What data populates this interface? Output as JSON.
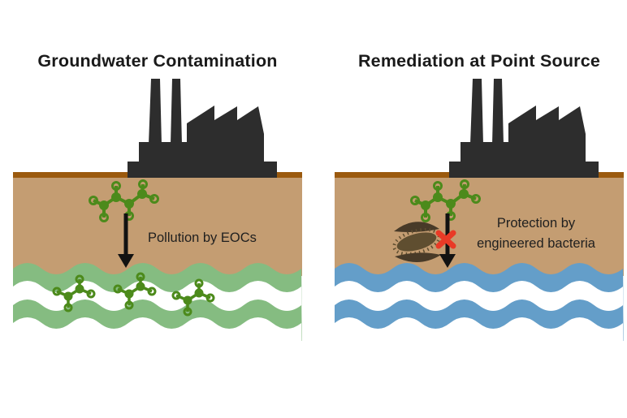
{
  "figure_type": "two-panel scientific diagram",
  "colors": {
    "background": "#ffffff",
    "factory": "#2d2d2d",
    "crust": "#9b5a0e",
    "soil": "#c49d72",
    "molecule": "#4c8a1b",
    "arrow": "#121212",
    "cross": "#e93a26",
    "bacteria_shell": "#483a28",
    "bacteria_body": "#5f4e30",
    "white": "#ffffff"
  },
  "panels": [
    {
      "title": "Groundwater Contamination",
      "annotation": "Pollution by EOCs",
      "water_color": "#85bc81"
    },
    {
      "title": "Remediation at Point Source",
      "annotation": "Protection by engineered bacteria",
      "water_color": "#649ec9"
    }
  ]
}
